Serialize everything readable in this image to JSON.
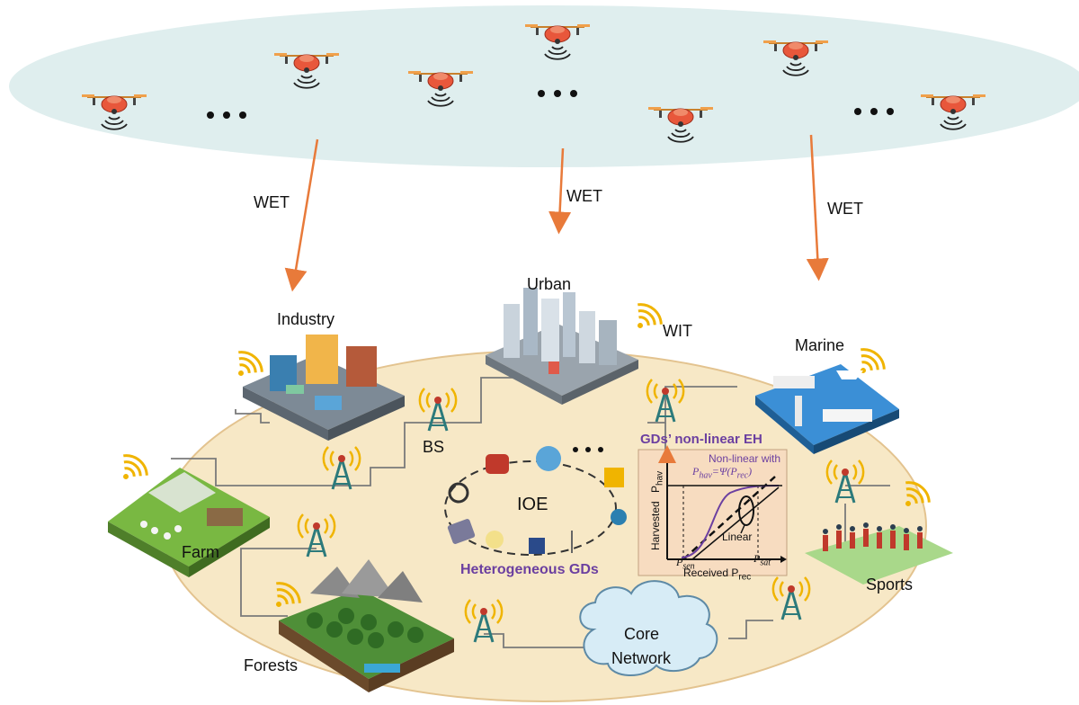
{
  "labels": {
    "wet_left": "WET",
    "wet_center": "WET",
    "wet_right": "WET",
    "urban": "Urban",
    "wit": "WIT",
    "industry": "Industry",
    "marine": "Marine",
    "bs": "BS",
    "farm": "Farm",
    "ioe": "IOE",
    "heterogeneous_gds": "Heterogeneous GDs",
    "sports": "Sports",
    "forests": "Forests",
    "core_network_line1": "Core",
    "core_network_line2": "Network"
  },
  "eh_plot": {
    "title": "GDs’ non-linear EH",
    "annotation_line1": "Non-linear with",
    "annotation_formula": "P",
    "annotation_formula_sub": "hav",
    "annotation_formula_rest": "=Ψ(P",
    "annotation_formula_sub2": "rec",
    "annotation_formula_end": ")",
    "ylabel": "Harvested",
    "ylabel_symbol": "P",
    "ylabel_symbol_sub": "hav",
    "xlabel": "Received",
    "xlabel_symbol": "P",
    "xlabel_symbol_sub": "rec",
    "tick_psen": "P",
    "tick_psen_sub": "sen",
    "tick_psat": "P",
    "tick_psat_sub": "sat",
    "linear": "Linear"
  },
  "colors": {
    "sky": "#dfeeee",
    "ground": "#f7e8c6",
    "arrow": "#e87a3a",
    "tower": "#2c7a7b",
    "signal": "#f0b400",
    "drone": "#e8573b",
    "purple": "#6b3fa0",
    "cloud": "#d7ecf6"
  }
}
